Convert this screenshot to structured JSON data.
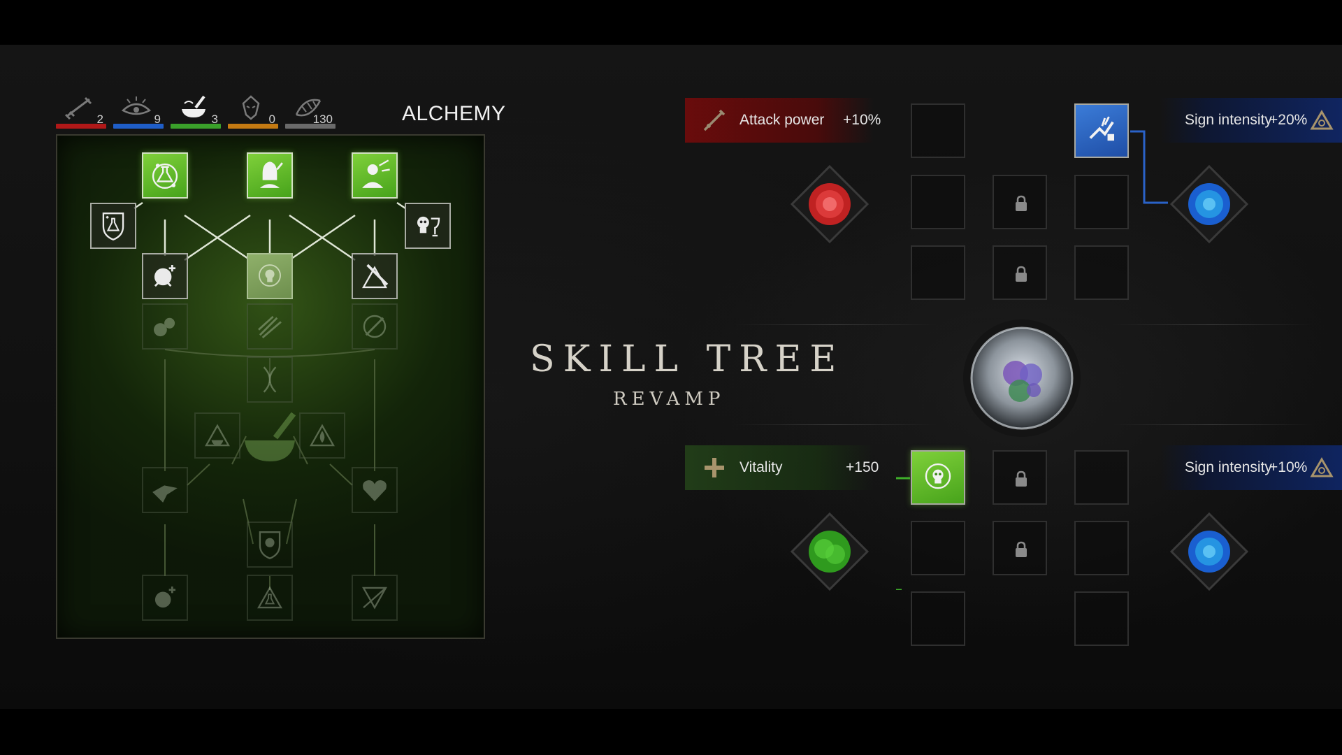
{
  "stats": [
    {
      "name": "combat",
      "value": "2",
      "color": "#b01818"
    },
    {
      "name": "signs",
      "value": "9",
      "color": "#1f5ec8"
    },
    {
      "name": "alchemy",
      "value": "3",
      "color": "#3aa02a"
    },
    {
      "name": "general",
      "value": "0",
      "color": "#c47a12"
    },
    {
      "name": "mutations",
      "value": "130",
      "color": "#6a6a6a"
    }
  ],
  "tree": {
    "title": "ALCHEMY"
  },
  "title": {
    "main": "SKILL TREE",
    "sub": "REVAMP"
  },
  "bonuses": {
    "attack": {
      "label": "Attack power",
      "value": "+10%",
      "icon": "sword-icon"
    },
    "vitality": {
      "label": "Vitality",
      "value": "+150",
      "icon": "plus-icon"
    },
    "sign_top": {
      "label": "Sign intensity",
      "value": "+20%",
      "icon": "sign-triangle-icon"
    },
    "sign_bottom": {
      "label": "Sign intensity",
      "value": "+10%",
      "icon": "sign-triangle-icon"
    }
  },
  "colors": {
    "combat": "#b01818",
    "signs": "#1f5ec8",
    "alchemy": "#4ea81f",
    "gem_red": "#d42a2a",
    "gem_blue": "#1c78d8",
    "gem_green": "#3fae2a"
  }
}
